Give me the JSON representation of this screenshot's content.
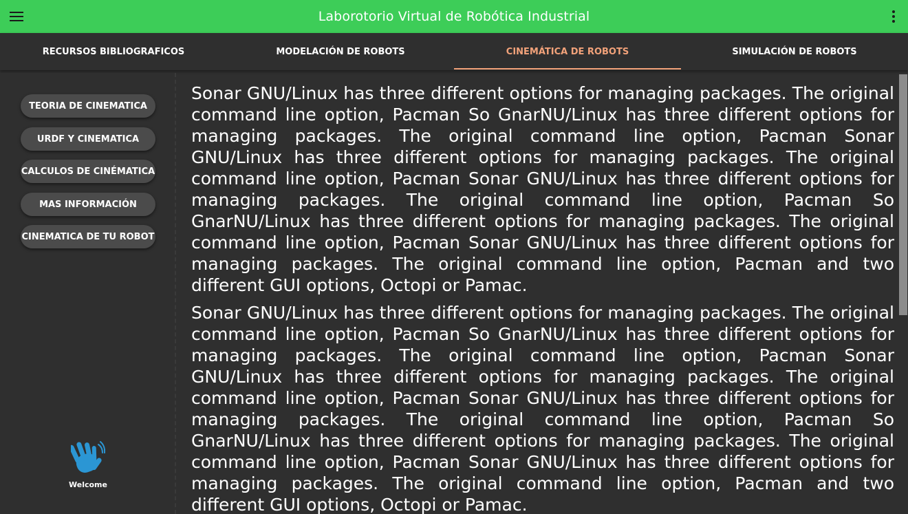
{
  "appbar": {
    "title": "Laborotorio Virtual de Robótica Industrial",
    "menu_icon": "hamburger-menu-icon",
    "more_icon": "more-vert-icon",
    "color": "#3dcd58"
  },
  "tabs": [
    {
      "label": "RECURSOS BIBLIOGRAFICOS",
      "active": false
    },
    {
      "label": "MODELACIÓN DE ROBOTS",
      "active": false
    },
    {
      "label": "CINEMÁTICA DE ROBOTS",
      "active": true
    },
    {
      "label": "SIMULACIÓN DE ROBOTS",
      "active": false
    }
  ],
  "sidebar": {
    "buttons": [
      {
        "label": "TEORIA DE CINEMATICA"
      },
      {
        "label": "URDF Y CINEMATICA"
      },
      {
        "label": "CALCULOS DE CINÉMATICA"
      },
      {
        "label": "MAS INFORMACIÓN"
      },
      {
        "label": "CINEMATICA DE TU ROBOT"
      }
    ],
    "welcome": {
      "label": "Welcome",
      "icon": "waving-hand-icon",
      "color": "#2b96d4"
    }
  },
  "content": {
    "paragraphs": [
      "Sonar GNU/Linux has three different options for managing packages. The original command line option, Pacman So GnarNU/Linux has three different options for managing packages. The original command line option, Pacman Sonar GNU/Linux has three different options for managing packages. The original command line option, Pacman Sonar GNU/Linux has three different options for managing packages. The original command line option, Pacman So GnarNU/Linux has three different options for managing packages. The original command line option, Pacman Sonar GNU/Linux has three different options for managing packages. The original command line option, Pacman and two different GUI options, Octopi or Pamac.",
      "Sonar GNU/Linux has three different options for managing packages. The original command line option, Pacman So GnarNU/Linux has three different options for managing packages. The original command line option, Pacman Sonar GNU/Linux has three different options for managing packages. The original command line option, Pacman Sonar GNU/Linux has three different options for managing packages. The original command line option, Pacman So GnarNU/Linux has three different options for managing packages. The original command line option, Pacman Sonar GNU/Linux has three different options for managing packages. The original command line option, Pacman and two different GUI options, Octopi or Pamac."
    ]
  },
  "colors": {
    "background": "#2f2f2f",
    "active_tab": "#f2a27a",
    "button": "#4b4b4b"
  }
}
